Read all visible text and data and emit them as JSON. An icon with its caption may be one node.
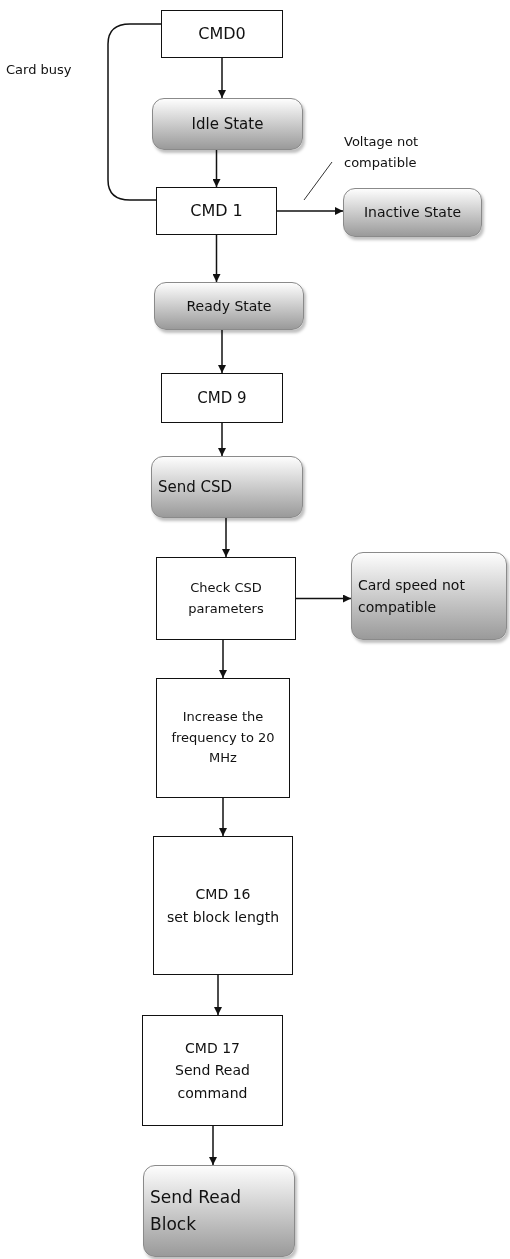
{
  "diagram": {
    "nodes": [
      {
        "text": [
          "CMD0"
        ]
      },
      {
        "text": [
          "Idle State"
        ]
      },
      {
        "text": [
          "CMD 1"
        ]
      },
      {
        "text": [
          "Inactive State"
        ]
      },
      {
        "text": [
          "Ready State"
        ]
      },
      {
        "text": [
          "CMD 9"
        ]
      },
      {
        "text": [
          "Send CSD"
        ]
      },
      {
        "text": [
          "Check CSD parameters"
        ]
      },
      {
        "text": [
          "Card speed not compatible"
        ]
      },
      {
        "text": [
          "Increase the frequency to 20 MHz"
        ]
      },
      {
        "text": [
          "CMD 16",
          "set block length"
        ]
      },
      {
        "text": [
          "CMD 17",
          "Send Read command"
        ]
      },
      {
        "text": [
          "Send Read Block"
        ]
      }
    ],
    "edges": [
      {
        "from": 0,
        "to": 1,
        "arrow": "to"
      },
      {
        "from": 1,
        "to": 2,
        "arrow": "to"
      },
      {
        "from": 2,
        "to": 3,
        "arrow": "to",
        "label": "Voltage not compatible"
      },
      {
        "from": 2,
        "to": 0,
        "arrow": "none",
        "label": "Card busy"
      },
      {
        "from": 2,
        "to": 4,
        "arrow": "to"
      },
      {
        "from": 4,
        "to": 5,
        "arrow": "to"
      },
      {
        "from": 5,
        "to": 6,
        "arrow": "to"
      },
      {
        "from": 6,
        "to": 7,
        "arrow": "to"
      },
      {
        "from": 7,
        "to": 8,
        "arrow": "to"
      },
      {
        "from": 7,
        "to": 9,
        "arrow": "to"
      },
      {
        "from": 9,
        "to": 10,
        "arrow": "to"
      },
      {
        "from": 10,
        "to": 11,
        "arrow": "to"
      },
      {
        "from": 11,
        "to": 12,
        "arrow": "to"
      }
    ]
  }
}
